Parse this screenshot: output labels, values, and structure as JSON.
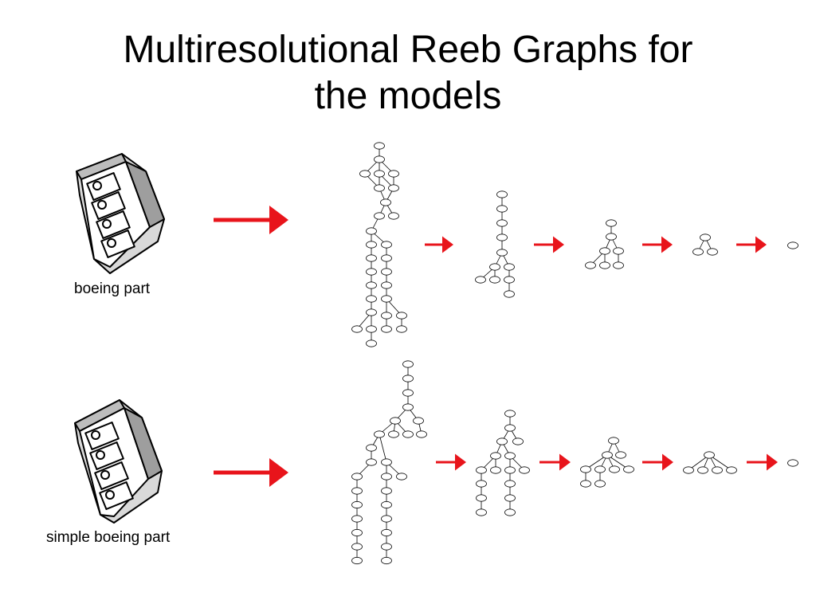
{
  "slide": {
    "title_line1": "Multiresolutional Reeb Graphs for",
    "title_line2": "the models"
  },
  "models": [
    {
      "caption": "boeing part"
    },
    {
      "caption": "simple boeing part"
    }
  ],
  "colors": {
    "arrow": "#e8141b",
    "node_stroke": "#000000",
    "node_fill": "#ffffff",
    "text": "#000000"
  },
  "diagram_notes": {
    "node_labels_illegible": true
  }
}
